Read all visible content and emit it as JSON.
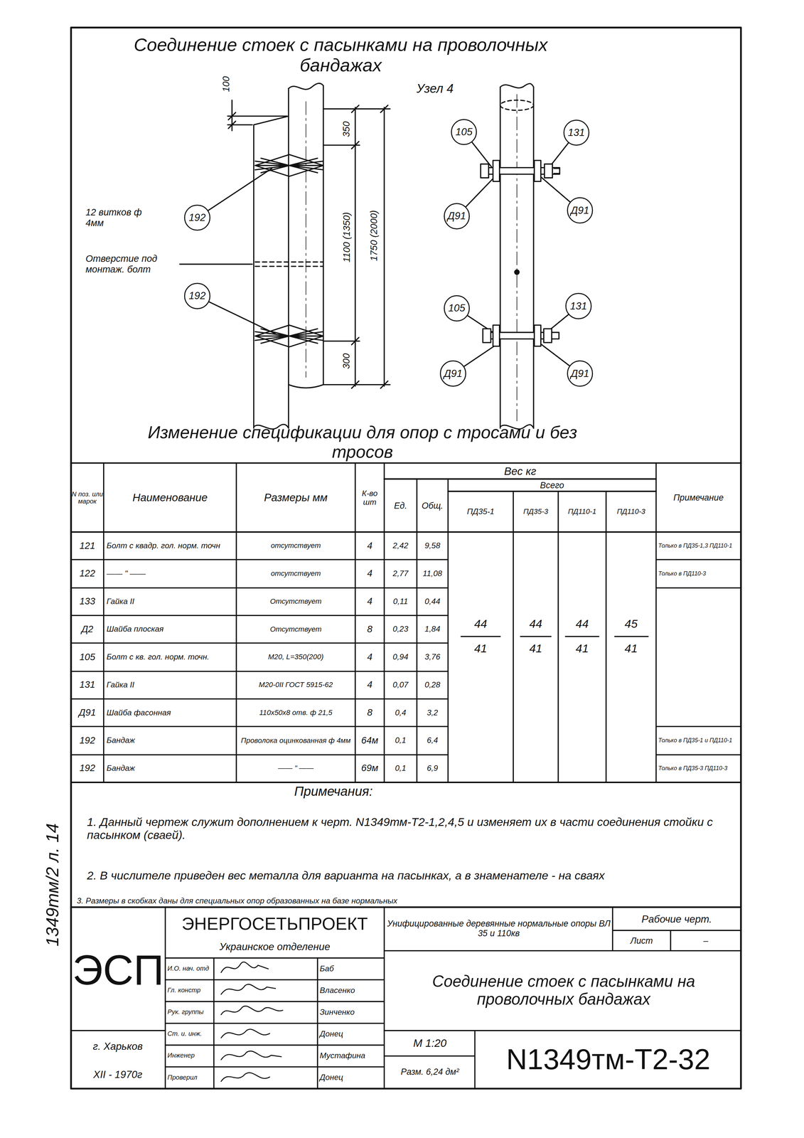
{
  "diagram": {
    "title": "Соединение стоек с пасынками на проволочных бандажах",
    "nodes": [
      {
        "text": [
          "192"
        ]
      },
      {
        "text": [
          "192"
        ]
      },
      {
        "text": [
          "105"
        ]
      },
      {
        "text": [
          "131"
        ]
      },
      {
        "text": [
          "Д91"
        ]
      },
      {
        "text": [
          "Д91"
        ]
      },
      {
        "text": [
          "105"
        ]
      },
      {
        "text": [
          "131"
        ]
      },
      {
        "text": [
          "Д91"
        ]
      },
      {
        "text": [
          "Д91"
        ]
      }
    ],
    "labels": [
      "Узел 4",
      "100",
      "350",
      "1100 (1350)",
      "1750 (2000)",
      "300",
      "12 витков ф 4мм",
      "Отверстие под монтаж. болт",
      "Изменение спецификации для опор с тросами и без тросов",
      "N поз. или марок",
      "Наименование",
      "Размеры мм",
      "К-во шт",
      "Вес кг",
      "Всего",
      "Ед.",
      "Общ.",
      "ПД35-1",
      "ПД35-3",
      "ПД110-1",
      "ПД110-3",
      "Примечание",
      "121",
      "Болт с квадр. гол. норм. точн",
      "отсутствует",
      "4",
      "2,42",
      "9,58",
      "Только в ПД35-1,3 ПД110-1",
      "122",
      "—— \" ——",
      "отсутствует",
      "4",
      "2,77",
      "11,08",
      "Только в ПД110-3",
      "133",
      "Гайка II",
      "Отсутствует",
      "4",
      "0,11",
      "0,44",
      "Д2",
      "Шайба плоская",
      "Отсутствует",
      "8",
      "0,23",
      "1,84",
      "105",
      "Болт с кв. гол. норм. точн.",
      "М20, L=350(200)",
      "4",
      "0,94",
      "3,76",
      "131",
      "Гайка II",
      "М20-0II ГОСТ 5915-62",
      "4",
      "0,07",
      "0,28",
      "Д91",
      "Шайба фасонная",
      "110х50х8 отв. ф 21,5",
      "8",
      "0,4",
      "3,2",
      "192",
      "Бандаж",
      "Проволока оцинкованная ф 4мм",
      "64м",
      "0,1",
      "6,4",
      "Только в ПД35-1 и ПД110-1",
      "192",
      "Бандаж",
      "—— \" ——",
      "69м",
      "0,1",
      "6,9",
      "Только в ПД35-3 ПД110-3",
      "44",
      "41",
      "44",
      "41",
      "44",
      "41",
      "45",
      "41",
      "Примечания:",
      "1. Данный чертеж служит дополнением к черт. N1349тм-Т2-1,2,4,5 и изменяет их в части соединения стойки с пасынком (сваей).",
      "2. В числителе приведен вес металла для варианта на пасынках, а в знаменателе - на сваях",
      "3. Размеры в скобках даны для специальных опор образованных на базе нормальных",
      "ЭСП",
      "ЭНЕРГОСЕТЬПРОЕКТ",
      "Украинское отделение",
      "Унифицированные деревянные нормальные опоры ВЛ 35 и 110кв",
      "Рабочие черт.",
      "Лист",
      "–",
      "Соединение стоек с пасынками на проволочных бандажах",
      "И.О. нач. отд",
      "Баб",
      "Гл. констр",
      "Власенко",
      "Рук. группы",
      "Зинченко",
      "Ст. и. инж.",
      "Донец",
      "Инженер",
      "Мустафина",
      "Проверил",
      "Донец",
      "г. Харьков",
      "XII - 1970г",
      "М 1:20",
      "Разм. 6,24 дм²",
      "N1349тм-Т2-32",
      "1349тм/2 л. 14"
    ]
  }
}
